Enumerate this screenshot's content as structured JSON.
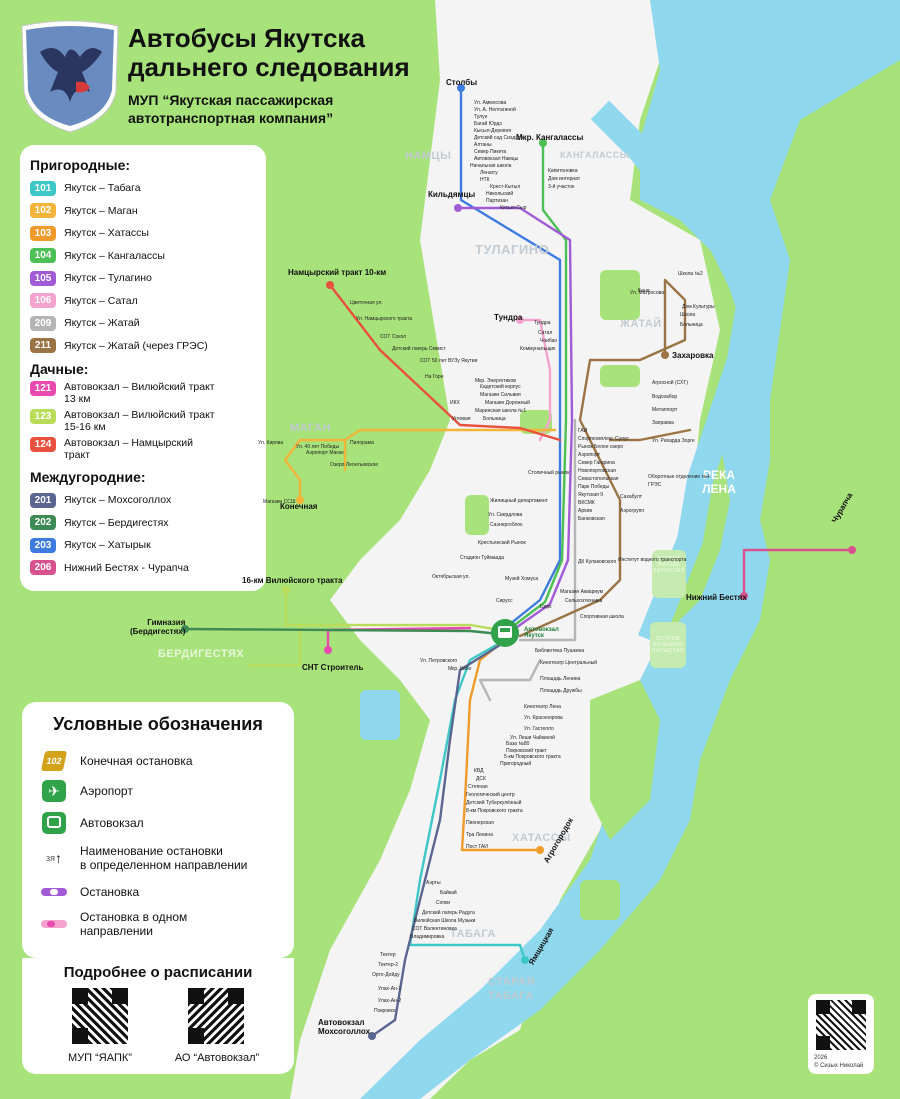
{
  "header": {
    "title_line1": "Автобусы Якутска",
    "title_line2": "дальнего следования",
    "subtitle_line1": "МУП “Якутская пассажирская",
    "subtitle_line2": "автотранспортная компания”"
  },
  "routes": {
    "suburban_title": "Пригородные:",
    "suburban": [
      {
        "num": "101",
        "name": "Якутск – Табага",
        "color": "#3ec7c7"
      },
      {
        "num": "102",
        "name": "Якутск – Маган",
        "color": "#f2b53a"
      },
      {
        "num": "103",
        "name": "Якутск – Хатассы",
        "color": "#f09a2a"
      },
      {
        "num": "104",
        "name": "Якутск – Кангалассы",
        "color": "#4cbf55"
      },
      {
        "num": "105",
        "name": "Якутск – Тулагино",
        "color": "#a25bd6"
      },
      {
        "num": "106",
        "name": "Якутск – Сатал",
        "color": "#f4a3ce"
      },
      {
        "num": "209",
        "name": "Якутск – Жатай",
        "color": "#b5b5b5"
      },
      {
        "num": "211",
        "name": "Якутск – Жатай (через ГРЭС)",
        "color": "#9a7444"
      }
    ],
    "dacha_title": "Дачные:",
    "dacha": [
      {
        "num": "121",
        "name1": "Автовокзал – Вилюйский тракт",
        "name2": "13 км",
        "color": "#e94ab0"
      },
      {
        "num": "123",
        "name1": "Автовокзал – Вилюйский тракт",
        "name2": "15-16 км",
        "color": "#b9dc5a"
      },
      {
        "num": "124",
        "name1": "Автовокзал – Намцырский",
        "name2": "тракт",
        "color": "#e8503f"
      }
    ],
    "intercity_title": "Междугородние:",
    "intercity": [
      {
        "num": "201",
        "name": "Якутск – Мохсоголлох",
        "color": "#5b6690"
      },
      {
        "num": "202",
        "name": "Якутск – Бердигестях",
        "color": "#3e8a55"
      },
      {
        "num": "203",
        "name": "Якутск – Хатырык",
        "color": "#3d7be0"
      },
      {
        "num": "206",
        "name": "Нижний Бестях - Чурапча",
        "color": "#d8528d"
      }
    ]
  },
  "legend": {
    "title": "Условные обозначения",
    "terminal_badge": "102",
    "terminal": "Конечная остановка",
    "airport": "Аэропорт",
    "bus_station": "Автовокзал",
    "direction_sample": "зя",
    "direction_label1": "Наименование остановки",
    "direction_label2": "в определенном направлении",
    "stop": "Остановка",
    "oneway_label1": "Остановка в одном",
    "oneway_label2": "направлении"
  },
  "schedule": {
    "title": "Подробнее о расписании",
    "qr1_caption": "МУП “ЯАПК”",
    "qr2_caption": "АО “Автовокзал”"
  },
  "footer": {
    "year": "2026",
    "author": "© Сизых Николай"
  },
  "districts": {
    "namtsy": "НАМЦЫ",
    "kangalassy": "КАНГАЛАССЫ",
    "tulagino": "ТУЛАГИНО",
    "zhatay": "ЖАТАЙ",
    "magan": "МАГАН",
    "berdigestyah": "БЕРДИГЕСТЯХ",
    "khatassy": "ХАТАССЫ",
    "tabaga": "ТАБАГА",
    "staraya_tabaga1": "СТАРАЯ",
    "staraya_tabaga2": "ТАБАГА",
    "reka1": "РЕКА",
    "reka2": "ЛЕНА",
    "ostrov1_1": "ОСТРОВ",
    "ostrov1_2": "МАЛЫЙ",
    "ostrov1_3": "ХАТЫСТАХ",
    "ostrov2_1": "ОСТРОВ",
    "ostrov2_2": "БОЛЬШОЙ",
    "ostrov2_3": "ХАТЫСТАХ"
  },
  "endpoints": {
    "stolby": "Столбы",
    "kangalassy_mkr": "Мкр. Кангалассы",
    "kildyamtsy": "Кильдямцы",
    "namtsyr_10km": "Намцырский тракт 10-км",
    "tundra": "Тундра",
    "zakharovka": "Захаровка",
    "konechnaya": "Конечная",
    "vilyuy16": "16-км Вилюйского тракта",
    "gimnaziya1": "Гимназия",
    "gimnaziya2": "(Бердигестях)",
    "snt_stroitel": "СНТ Строитель",
    "churapcha": "Чурапча",
    "nizhniy_bestyah": "Нижний Бестях",
    "agrogorodok": "Агрогородок",
    "yaptsky": "Ямщицкая",
    "avtovokzal_mokh1": "Автовокзал",
    "avtovokzal_mokh2": "Мохсоголлох",
    "avtovokzal_yak1": "Автовокзал",
    "avtovokzal_yak2": "Якутск"
  },
  "stops": [
    "Ул. Аммосова",
    "Ул. А. Нелтагиной",
    "Тулун",
    "Багай Юрдэ",
    "Кысыл-Деревня",
    "Детский сад Сиэдэрэ",
    "Алтаны",
    "Север Пикета",
    "Автовокзал Намцы",
    "Начальная школа",
    "Ленаггу",
    "НТК",
    "Крест-Кытыл",
    "Никольский",
    "Партизан",
    "Кисыл-Сыр",
    "Капитоновка",
    "Дом интернат",
    "3-й участок",
    "Тундра",
    "Сатал",
    "Чоибан",
    "Коммунальщик",
    "Школа №2",
    "Баня",
    "Дом Культуры",
    "Школа",
    "Больница",
    "Ул. Матросова",
    "Агросной (СХТ)",
    "Водозабор",
    "Метаплорт",
    "Заправка",
    "Ул. Рихарда Зорге",
    "Оборотные отделение №4",
    "ГРЭС",
    "Сахабулт",
    "Аэрогрупп",
    "Ул. Кирова",
    "Ул. 40 лет Победы",
    "Аэропорт Маган",
    "Озеро Леонтьевское",
    "Пилорама",
    "Магазин ССШ",
    "Мкр. Энергетиков",
    "Кадетский корпус",
    "Магазин Сильвия",
    "Магазин Дорожный",
    "Маринская школа №1",
    "Больница",
    "Угловая",
    "ИКХ",
    "На Горе",
    "СОТ 50 лет ВУЗу Якутии",
    "СОТ Сокол",
    "Детский лагерь Смкист",
    "Ул. Намцырского тракта",
    "Цветочная ул.",
    "ГАИ",
    "Спорткомплекс Сулус",
    "Рынок Белое озеро",
    "Аэропорт",
    "Север Гагарина",
    "Новопортовская",
    "Севастопольская",
    "Парк Победы",
    "Якутская 9",
    "ВКСМК",
    "Архив",
    "Банковская",
    "Жилищный департамент",
    "Ул. Свердлова",
    "Саэнергоблок",
    "Крестьянский Рынок",
    "Стадион Туймаада",
    "Столичный рынок",
    "Октябрьская ул.",
    "Музей Хомуса",
    "Магазин Аквариум",
    "Сельхозтехника",
    "Сирусс",
    "Цирк",
    "Спортивная школа",
    "ДК Кулаковского",
    "Институт водного транспорта",
    "Ул. Петровского",
    "Мкр. Кабо",
    "Библиотека Пушкина",
    "Кинотеатр Центральный",
    "Площадь Ленина",
    "Площадь Дружбы",
    "Кинотеатр Лена",
    "Ул. Красноярова",
    "Ул. Гастелло",
    "Ул. Леши Чайкиной",
    "База №80",
    "Покровский тракт",
    "5-км Покровского тракта",
    "Пригородный",
    "КВД",
    "ДСК",
    "Степная",
    "Геологический центр",
    "Детский Туберкулёзный",
    "8-км Покровского тракта",
    "Пионерская",
    "Тра Ленина",
    "Пост ГАИ",
    "Аэрты",
    "Байкай",
    "Сопки",
    "Детский лагерь Радуга",
    "Вилюйская Школа Музыки",
    "СОТ Валентиновка",
    "Владимировка",
    "Тектер",
    "Тектер-2",
    "Орто-Дойду",
    "Улах-Ан-1",
    "Улах-Ан-2",
    "Покровск"
  ]
}
